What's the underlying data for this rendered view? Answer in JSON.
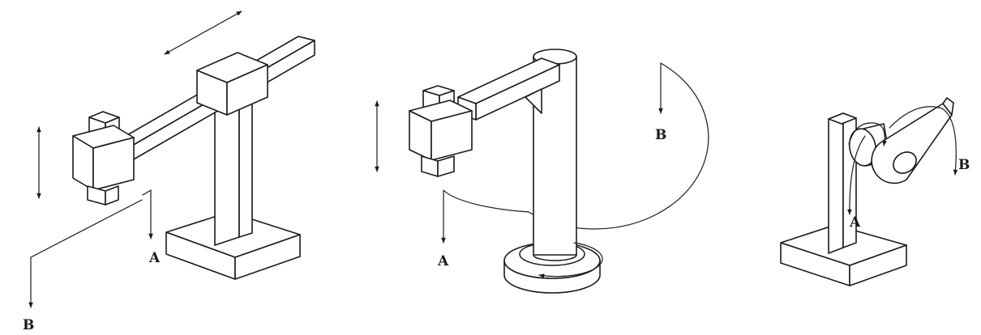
{
  "figures": [
    {
      "id": "cartesian",
      "labels": {
        "a": "A",
        "b": "B"
      }
    },
    {
      "id": "cylindrical",
      "labels": {
        "a": "A",
        "b": "B"
      }
    },
    {
      "id": "wrist",
      "labels": {
        "a": "A",
        "b": "B"
      }
    }
  ]
}
